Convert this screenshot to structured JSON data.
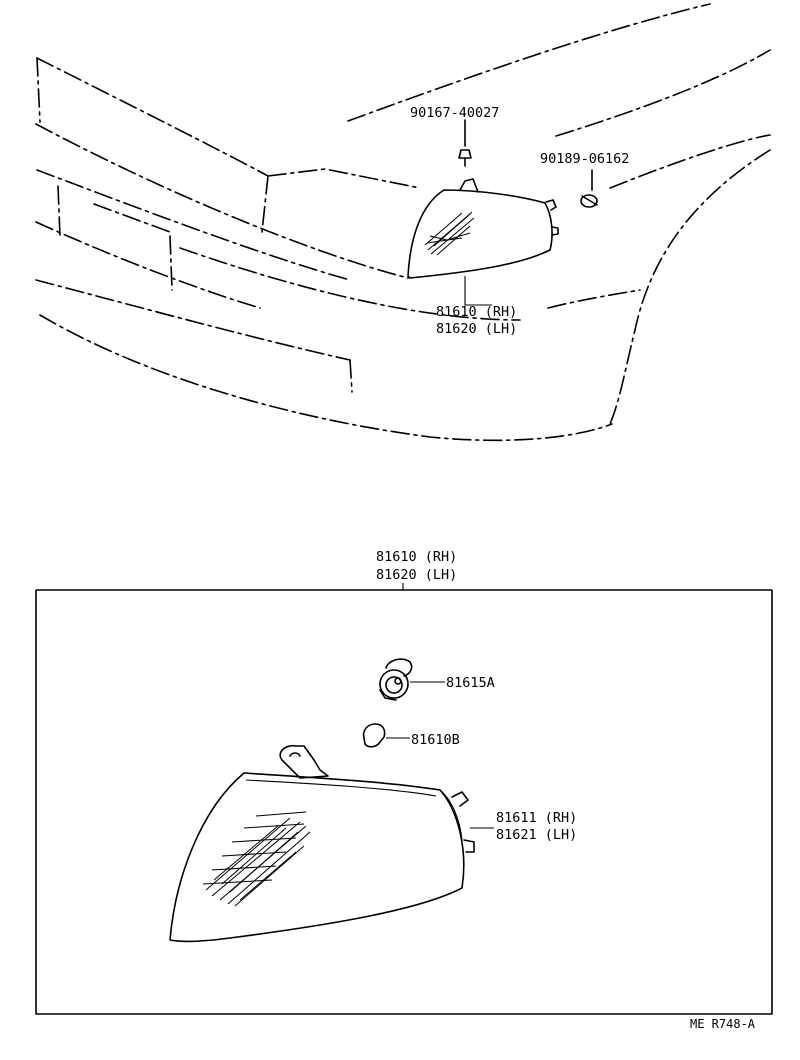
{
  "top_view": {
    "bolt_part": "90167-40027",
    "socket_part": "90189-06162",
    "lamp_part_rh": "81610 (RH)",
    "lamp_part_lh": "81620 (LH)"
  },
  "detail_view": {
    "assembly_part_rh": "81610 (RH)",
    "assembly_part_lh": "81620 (LH)",
    "socket_part": "81615A",
    "bulb_part": "81610B",
    "lens_part_rh": "81611 (RH)",
    "lens_part_lh": "81621 (LH)"
  },
  "reference_code": "ME R748-A"
}
